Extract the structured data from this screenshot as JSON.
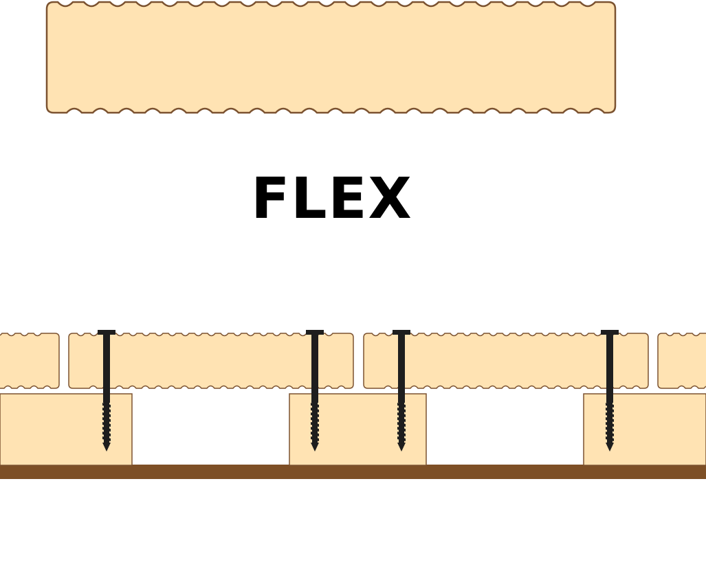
{
  "label": "FLEX",
  "colors": {
    "board_fill": "#ffe3b3",
    "board_stroke": "#7b5230",
    "base_strip": "#7d4f26",
    "screw": "#1e1e1e",
    "text": "#000000"
  },
  "icons": [
    "profile-board",
    "deck-board",
    "joist",
    "screw",
    "base-strip"
  ]
}
